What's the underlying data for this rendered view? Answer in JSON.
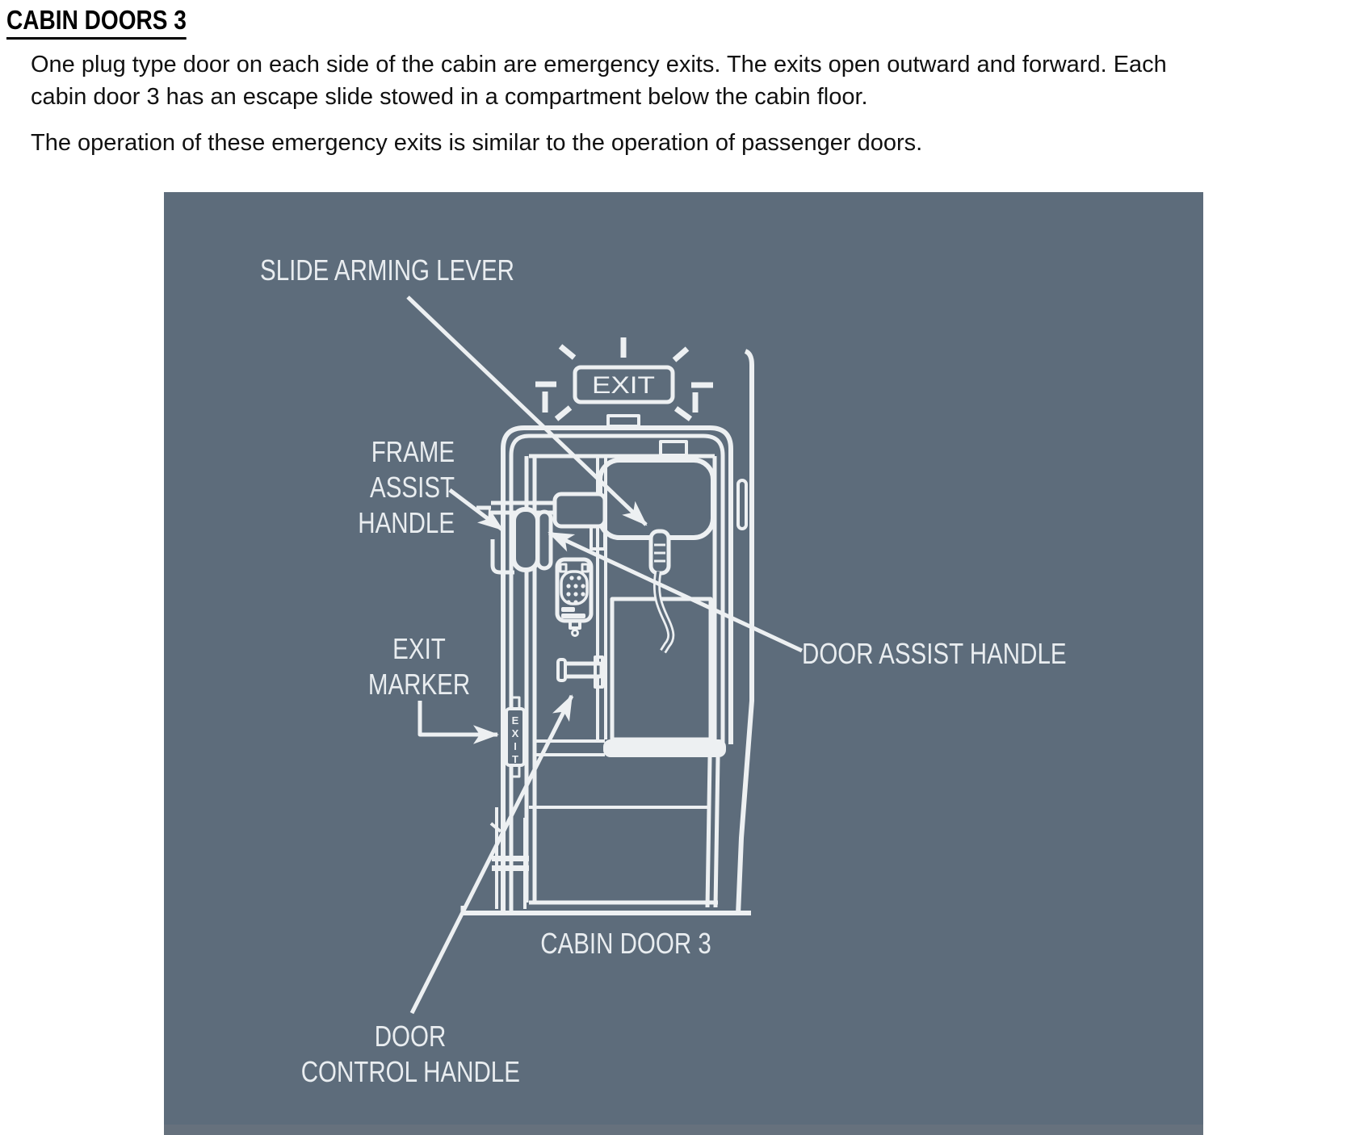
{
  "document": {
    "heading": "CABIN DOORS 3",
    "paragraphs": [
      {
        "lines": [
          "One plug type door on each side of the cabin are emergency exits. The exits open outward and forward. Each",
          "cabin door 3 has an escape slide stowed in a compartment below the cabin floor."
        ]
      },
      {
        "lines": [
          "The operation of these emergency exits is similar to the operation of passenger doors."
        ]
      }
    ]
  },
  "figure": {
    "colors": {
      "background": "#5d6c7b",
      "line": "#edf0f2",
      "label_text": "#e9edf0",
      "bottom_edge": "#66717d"
    },
    "exit_sign": {
      "text": "EXIT"
    },
    "exit_marker_strip": {
      "letters": [
        "E",
        "X",
        "I",
        "T"
      ]
    },
    "labels": {
      "slide_arming_lever": "SLIDE ARMING LEVER",
      "frame_assist_handle": {
        "lines": [
          "FRAME",
          "ASSIST",
          "HANDLE"
        ]
      },
      "exit_marker": {
        "lines": [
          "EXIT",
          "MARKER"
        ]
      },
      "door_assist_handle": "DOOR ASSIST HANDLE",
      "cabin_door": "CABIN DOOR 3",
      "door_control_handle": {
        "lines": [
          "DOOR",
          "CONTROL HANDLE"
        ]
      }
    }
  }
}
